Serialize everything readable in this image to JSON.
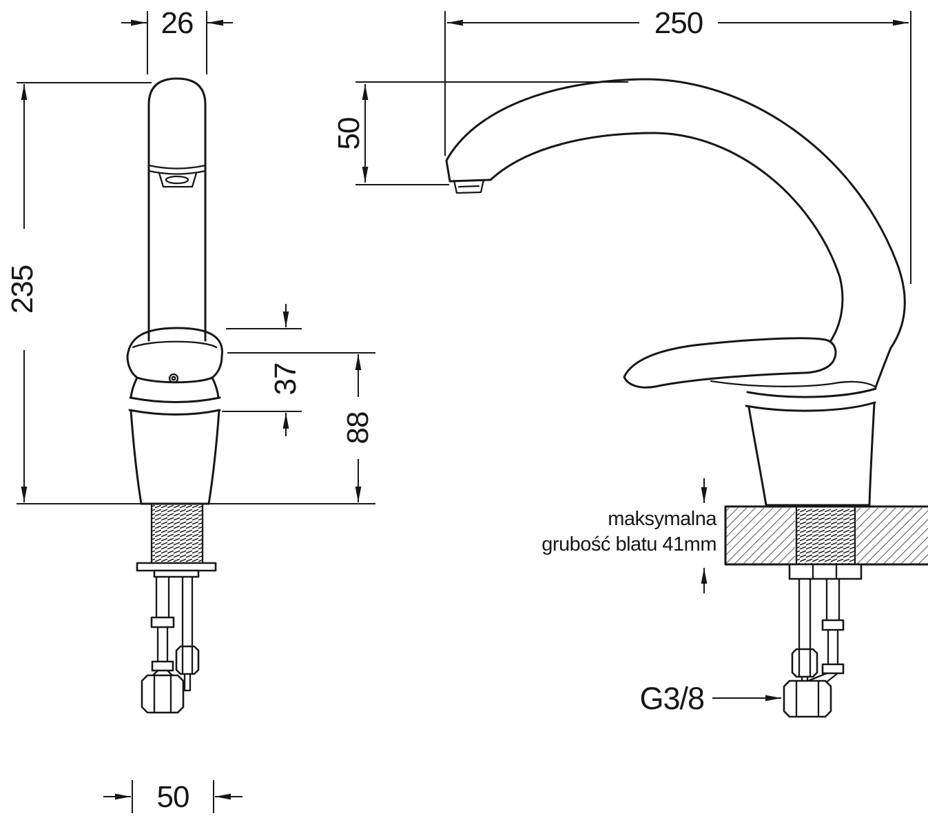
{
  "front_view": {
    "dim_spout_width": "26",
    "dim_total_height": "235",
    "dim_handle_height": "37",
    "dim_body_height": "88",
    "dim_base_width": "50"
  },
  "side_view": {
    "dim_spout_reach": "250",
    "dim_spout_drop": "50",
    "counter_note_line1": "maksymalna",
    "counter_note_line2": "grubość blatu 41mm",
    "connection_label": "G3/8"
  },
  "colors": {
    "line": "#161616",
    "background": "#ffffff"
  }
}
